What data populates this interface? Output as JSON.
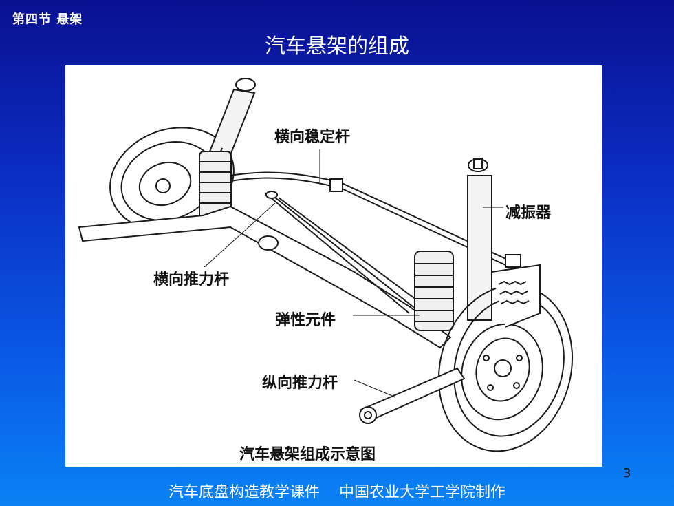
{
  "header": {
    "section_label": "第四节 悬架",
    "title": "汽车悬架的组成"
  },
  "figure": {
    "callouts": {
      "stabilizer_bar": "横向稳定杆",
      "shock_absorber": "减振器",
      "lateral_rod": "横向推力杆",
      "spring": "弹性元件",
      "trailing_arm": "纵向推力杆"
    },
    "caption": "汽车悬架组成示意图"
  },
  "page_number": "3",
  "footer": {
    "text": "汽车底盘构造教学课件    中国农业大学工学院制作"
  }
}
